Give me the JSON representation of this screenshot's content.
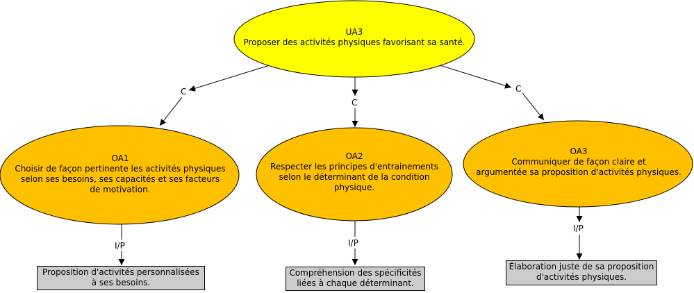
{
  "root": {
    "title": "UA3",
    "text": "Proposer des activités physiques favorisant sa santé.",
    "fill": "#ffff00"
  },
  "objectives": [
    {
      "title": "OA1",
      "lines": [
        "Choisir de façon pertinente les activités physiques",
        "selon ses besoins, ses capacités et ses facteurs",
        "de motivation."
      ],
      "edge_label": "C",
      "link_label": "I/P",
      "result_lines": [
        "Proposition d'activités personnalisées",
        "à ses besoins."
      ]
    },
    {
      "title": "OA2",
      "lines": [
        "Respecter les principes d'entrainements",
        "selon le déterminant de la condition",
        "physique."
      ],
      "edge_label": "C",
      "link_label": "I/P",
      "result_lines": [
        "Compréhension des spécificités",
        "liées à chaque déterminant."
      ]
    },
    {
      "title": "OA3",
      "lines": [
        "Communiquer de façon claire et",
        "argumentée sa proposition d'activités physiques."
      ],
      "edge_label": "C",
      "link_label": "I/P",
      "result_lines": [
        "Élaboration juste de sa proposition",
        "d'activités physiques."
      ]
    }
  ],
  "colors": {
    "objective_fill": "#ffc000",
    "result_fill": "#cccccc",
    "stroke": "#000000"
  }
}
